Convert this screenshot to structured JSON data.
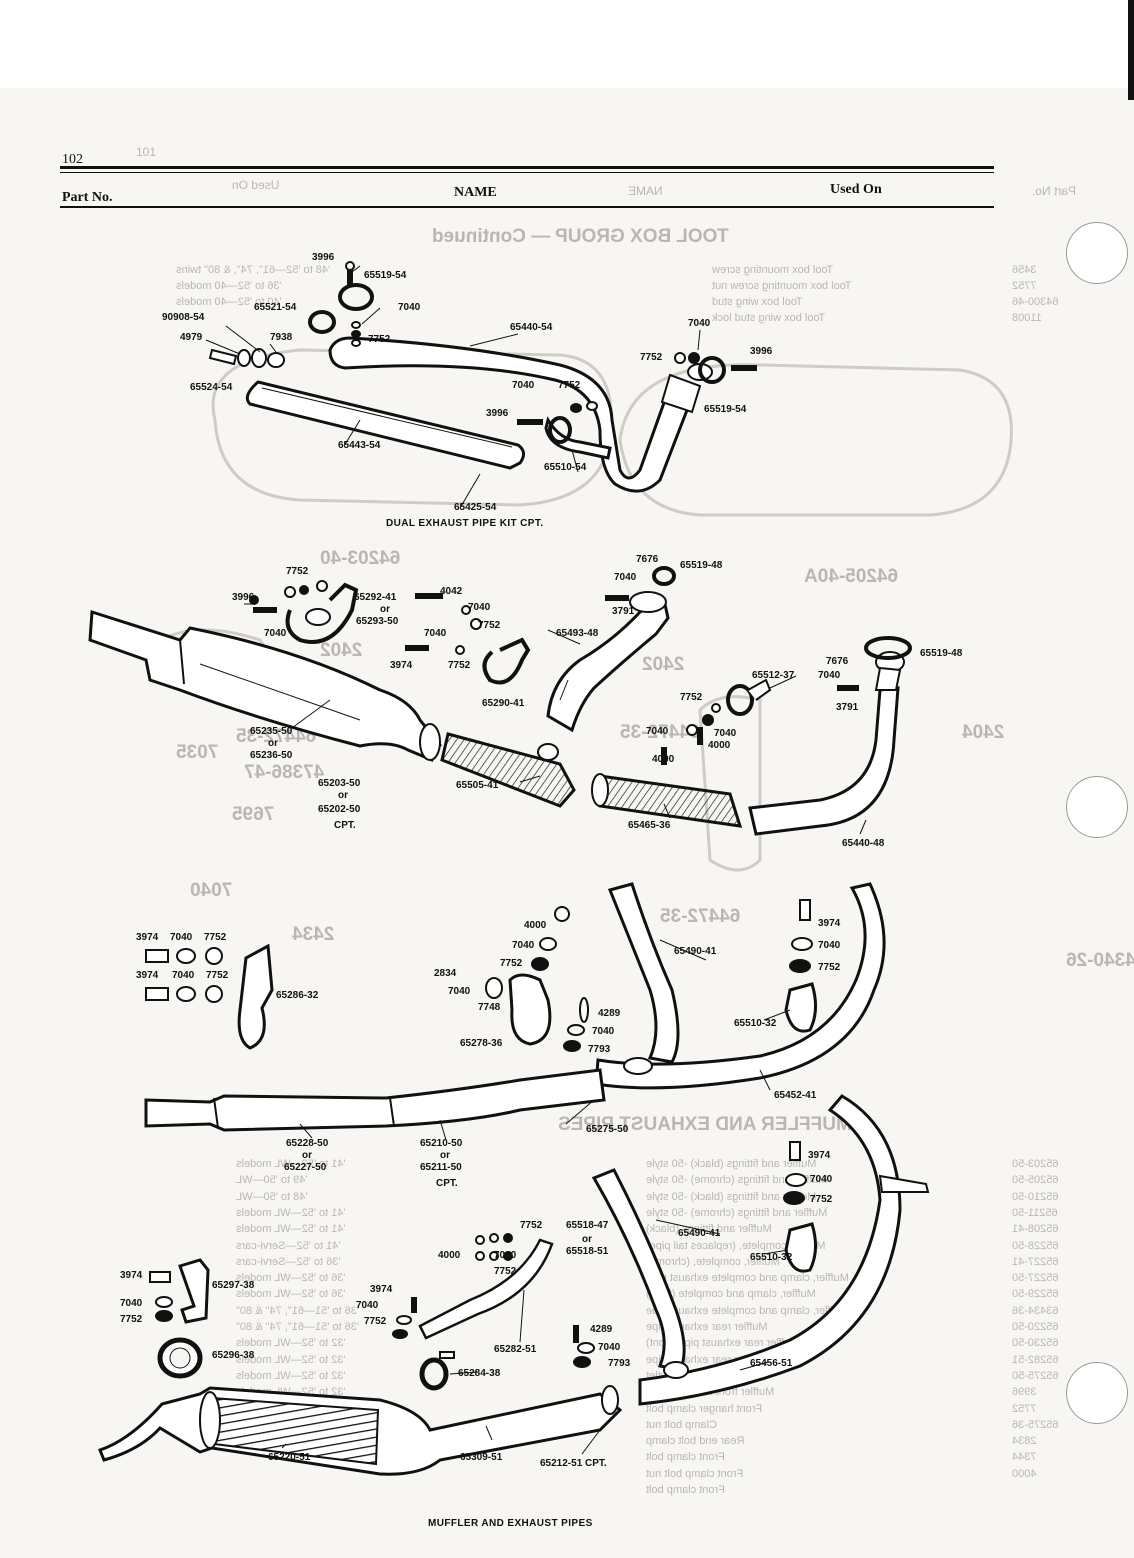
{
  "header": {
    "page_number": "102",
    "col_part_no": "Part No.",
    "col_name": "NAME",
    "col_used_on": "Used On"
  },
  "captions": {
    "dual_kit": "DUAL EXHAUST PIPE KIT  CPT.",
    "muffler": "MUFFLER AND EXHAUST PIPES"
  },
  "labels": [
    {
      "id": "3996-a",
      "text": "3996"
    },
    {
      "id": "65519-54-a",
      "text": "65519-54"
    },
    {
      "id": "65521-54",
      "text": "65521-54"
    },
    {
      "id": "7040-a",
      "text": "7040"
    },
    {
      "id": "90908-54",
      "text": "90908-54"
    },
    {
      "id": "4979",
      "text": "4979"
    },
    {
      "id": "7938",
      "text": "7938"
    },
    {
      "id": "7752-a",
      "text": "7752"
    },
    {
      "id": "65524-54",
      "text": "65524-54"
    },
    {
      "id": "65440-54",
      "text": "65440-54"
    },
    {
      "id": "7040-b",
      "text": "7040"
    },
    {
      "id": "7752-b",
      "text": "7752"
    },
    {
      "id": "3996-b",
      "text": "3996"
    },
    {
      "id": "7040-c",
      "text": "7040"
    },
    {
      "id": "7752-c",
      "text": "7752"
    },
    {
      "id": "3996-c",
      "text": "3996"
    },
    {
      "id": "65519-54-b",
      "text": "65519-54"
    },
    {
      "id": "65443-54",
      "text": "65443-54"
    },
    {
      "id": "65510-54",
      "text": "65510-54"
    },
    {
      "id": "65425-54",
      "text": "65425-54"
    },
    {
      "id": "7752-d",
      "text": "7752"
    },
    {
      "id": "3996-d",
      "text": "3996"
    },
    {
      "id": "65292-41",
      "text": "65292-41"
    },
    {
      "id": "or-a",
      "text": "or"
    },
    {
      "id": "65293-50",
      "text": "65293-50"
    },
    {
      "id": "7040-d",
      "text": "7040"
    },
    {
      "id": "4042",
      "text": "4042"
    },
    {
      "id": "7040-e",
      "text": "7040"
    },
    {
      "id": "7040-f",
      "text": "7040"
    },
    {
      "id": "7752-e",
      "text": "7752"
    },
    {
      "id": "3974-a",
      "text": "3974"
    },
    {
      "id": "7752-f",
      "text": "7752"
    },
    {
      "id": "65290-41",
      "text": "65290-41"
    },
    {
      "id": "7676-a",
      "text": "7676"
    },
    {
      "id": "7040-g",
      "text": "7040"
    },
    {
      "id": "65519-48-a",
      "text": "65519-48"
    },
    {
      "id": "3791-a",
      "text": "3791"
    },
    {
      "id": "65493-48",
      "text": "65493-48"
    },
    {
      "id": "65519-48-b",
      "text": "65519-48"
    },
    {
      "id": "7676-b",
      "text": "7676"
    },
    {
      "id": "7040-h",
      "text": "7040"
    },
    {
      "id": "65512-37",
      "text": "65512-37"
    },
    {
      "id": "3791-b",
      "text": "3791"
    },
    {
      "id": "7752-g",
      "text": "7752"
    },
    {
      "id": "7040-i",
      "text": "7040"
    },
    {
      "id": "7040-j",
      "text": "7040"
    },
    {
      "id": "4000-a",
      "text": "4000"
    },
    {
      "id": "4000-b",
      "text": "4000"
    },
    {
      "id": "65235-50",
      "text": "65235-50"
    },
    {
      "id": "or-b",
      "text": "or"
    },
    {
      "id": "65236-50",
      "text": "65236-50"
    },
    {
      "id": "65203-50",
      "text": "65203-50"
    },
    {
      "id": "or-c",
      "text": "or"
    },
    {
      "id": "65202-50",
      "text": "65202-50"
    },
    {
      "id": "cpt-a",
      "text": "CPT."
    },
    {
      "id": "65505-41",
      "text": "65505-41"
    },
    {
      "id": "65465-36",
      "text": "65465-36"
    },
    {
      "id": "65440-48",
      "text": "65440-48"
    },
    {
      "id": "3974-b",
      "text": "3974"
    },
    {
      "id": "7040-k",
      "text": "7040"
    },
    {
      "id": "7752-h",
      "text": "7752"
    },
    {
      "id": "3974-c",
      "text": "3974"
    },
    {
      "id": "7040-l",
      "text": "7040"
    },
    {
      "id": "7752-i",
      "text": "7752"
    },
    {
      "id": "65286-32",
      "text": "65286-32"
    },
    {
      "id": "4000-c",
      "text": "4000"
    },
    {
      "id": "7040-m",
      "text": "7040"
    },
    {
      "id": "7752-j",
      "text": "7752"
    },
    {
      "id": "2834",
      "text": "2834"
    },
    {
      "id": "7040-n",
      "text": "7040"
    },
    {
      "id": "7748",
      "text": "7748"
    },
    {
      "id": "4289-a",
      "text": "4289"
    },
    {
      "id": "7040-o",
      "text": "7040"
    },
    {
      "id": "7793-a",
      "text": "7793"
    },
    {
      "id": "65278-36",
      "text": "65278-36"
    },
    {
      "id": "65490-41-a",
      "text": "65490-41"
    },
    {
      "id": "3974-d",
      "text": "3974"
    },
    {
      "id": "7040-p",
      "text": "7040"
    },
    {
      "id": "7752-k",
      "text": "7752"
    },
    {
      "id": "65510-32-a",
      "text": "65510-32"
    },
    {
      "id": "65452-41",
      "text": "65452-41"
    },
    {
      "id": "65228-50",
      "text": "65228-50"
    },
    {
      "id": "or-d",
      "text": "or"
    },
    {
      "id": "65227-50",
      "text": "65227-50"
    },
    {
      "id": "65210-50",
      "text": "65210-50"
    },
    {
      "id": "or-e",
      "text": "or"
    },
    {
      "id": "65211-50",
      "text": "65211-50"
    },
    {
      "id": "cpt-b",
      "text": "CPT."
    },
    {
      "id": "65275-50",
      "text": "65275-50"
    },
    {
      "id": "3974-e",
      "text": "3974"
    },
    {
      "id": "7040-q",
      "text": "7040"
    },
    {
      "id": "7752-l",
      "text": "7752"
    },
    {
      "id": "65490-41-b",
      "text": "65490-41"
    },
    {
      "id": "65510-32-b",
      "text": "65510-32"
    },
    {
      "id": "7752-m",
      "text": "7752"
    },
    {
      "id": "65518-47",
      "text": "65518-47"
    },
    {
      "id": "or-f",
      "text": "or"
    },
    {
      "id": "65518-51",
      "text": "65518-51"
    },
    {
      "id": "4000-d",
      "text": "4000"
    },
    {
      "id": "7040-r",
      "text": "7040"
    },
    {
      "id": "7752-n",
      "text": "7752"
    },
    {
      "id": "3974-f",
      "text": "3974"
    },
    {
      "id": "65297-38",
      "text": "65297-38"
    },
    {
      "id": "7040-s",
      "text": "7040"
    },
    {
      "id": "7752-o",
      "text": "7752"
    },
    {
      "id": "3974-g",
      "text": "3974"
    },
    {
      "id": "7040-t",
      "text": "7040"
    },
    {
      "id": "7752-p",
      "text": "7752"
    },
    {
      "id": "65296-38",
      "text": "65296-38"
    },
    {
      "id": "4289-b",
      "text": "4289"
    },
    {
      "id": "65282-51",
      "text": "65282-51"
    },
    {
      "id": "7040-u",
      "text": "7040"
    },
    {
      "id": "7793-b",
      "text": "7793"
    },
    {
      "id": "65284-38",
      "text": "65284-38"
    },
    {
      "id": "65456-51",
      "text": "65456-51"
    },
    {
      "id": "65220-51",
      "text": "65220-51"
    },
    {
      "id": "65309-51",
      "text": "65309-51"
    },
    {
      "id": "65212-51",
      "text": "65212-51  CPT."
    }
  ],
  "bleed_through": {
    "page_number": "101",
    "used_on": "Used On",
    "name": "NAME",
    "part_no": "Part No.",
    "title_top": "TOOL BOX GROUP — Continued",
    "title_bottom": "MUFFLER AND EXHAUST PIPES",
    "tank_numbers": [
      "64203-40",
      "64205-40A",
      "2402",
      "2402",
      "7035",
      "7695",
      "64472-35",
      "47386-47",
      "64472-35",
      "2404",
      "7040",
      "2434",
      "64472-35",
      "64340-26"
    ],
    "right_numbers": [
      "3456",
      "7752",
      "64300-46",
      "11008",
      "65203-50",
      "65205-50",
      "65210-50",
      "65211-50",
      "65208-41",
      "65228-50",
      "65227-41",
      "65227-50",
      "65229-50",
      "63434-36",
      "65220-50",
      "65230-50",
      "65282-51",
      "65275-50",
      "3996",
      "7752",
      "65275-36",
      "2834",
      "7344",
      "4000"
    ],
    "name_lines": [
      "Tool box mounting screw",
      "Tool box mounting screw nut",
      "Tool box wing stud",
      "Tool box wing stud lock",
      "Muffler and fittings (black) -50 style",
      "Muffler and fittings (chrome) -50 style",
      "Muffler and fittings (black) -50 style",
      "Muffler and fittings (chrome) -50 style",
      "Muffler and fittings (black)",
      "Muffler, complete, (replaces tail pipe)",
      "Muffler, complete, (chrome)",
      "Muffler, clamp and complete exhaust pipe",
      "Muffler, clamp and complete (front)",
      "Muffler, clamp and complete exhaust pipe",
      "Muffler rear exhaust pipe",
      "Muffler rear exhaust pipe (front)",
      "Muffler rear exhaust pipe",
      "Rear muffler outlet",
      "Muffler front hanger clamp",
      "Front hanger clamp bolt",
      "Clamp bolt nut",
      "Rear end bolt clamp",
      "Front clamp bolt",
      "Front clamp bolt nut",
      "Front clamp bolt"
    ],
    "used_on_lines": [
      "'48 to '52—61\", 74\", & 80\" twins",
      "'36 to '52—40 models",
      "'40 to '52—40 models",
      "'41 to '52—WL models",
      "'49 to '50—WL",
      "'48 to '50—WL",
      "'41 to '52—WL models",
      "'41 to '52—WL models",
      "'41 to '52—Servi-cars",
      "'36 to '52—Servi-cars",
      "'36 to '52—WL models",
      "'36 to '52—WL models",
      "'36 to '51—61\", 74\" & 80\"",
      "'36 to '51—61\", 74\" & 80\"",
      "'32 to '52—WL models",
      "'32 to '52—WL models",
      "'32 to '52—WL models",
      "'32 to '52—WL models"
    ]
  },
  "colors": {
    "ink": "#111111",
    "paper": "#f7f6f2",
    "ghost": "#b9b7b0"
  }
}
